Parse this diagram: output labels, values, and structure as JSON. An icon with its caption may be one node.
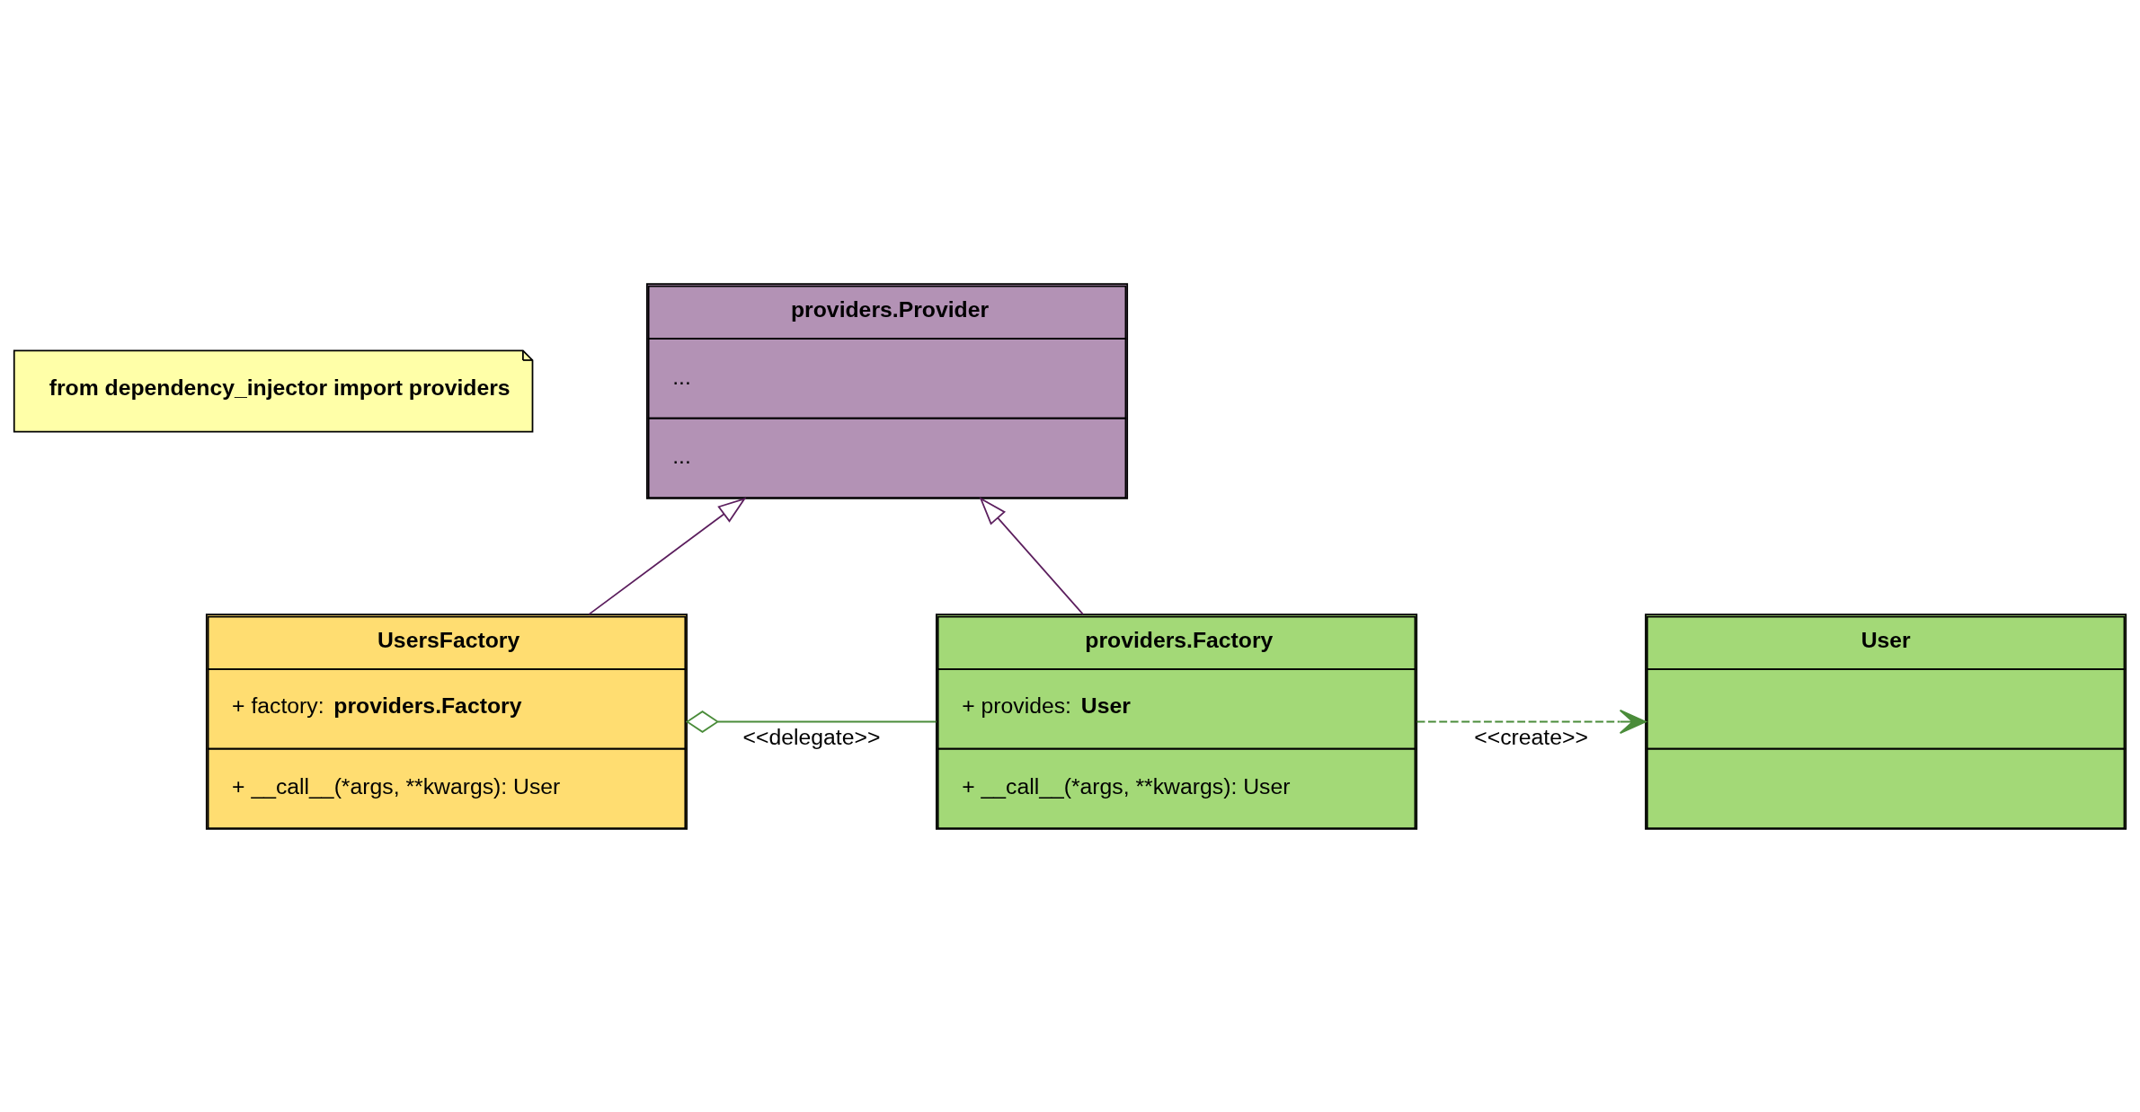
{
  "diagram": {
    "nodes": [
      {
        "text": [
          "from dependency_injector import providers"
        ]
      },
      {
        "text": [
          "providers.Provider",
          "...",
          "..."
        ]
      },
      {
        "text": [
          "UsersFactory",
          "+ factory: providers.Factory",
          "+ __call__(*args, **kwargs): User"
        ]
      },
      {
        "text": [
          "providers.Factory",
          "+ provides: User",
          "+ __call__(*args, **kwargs): User"
        ]
      },
      {
        "text": [
          "User"
        ]
      }
    ],
    "edges": [
      {
        "from": 2,
        "to": 1,
        "arrow": "to",
        "color": "#5c1f5e"
      },
      {
        "from": 3,
        "to": 1,
        "arrow": "to",
        "color": "#5c1f5e"
      },
      {
        "from": 3,
        "to": 2,
        "arrow": "other",
        "label": "<<delegate>>",
        "color": "#4a8c3a"
      },
      {
        "from": 3,
        "to": 4,
        "arrow": "to",
        "label": "<<create>>",
        "style": "dashed",
        "color": "#4a8c3a"
      }
    ]
  }
}
